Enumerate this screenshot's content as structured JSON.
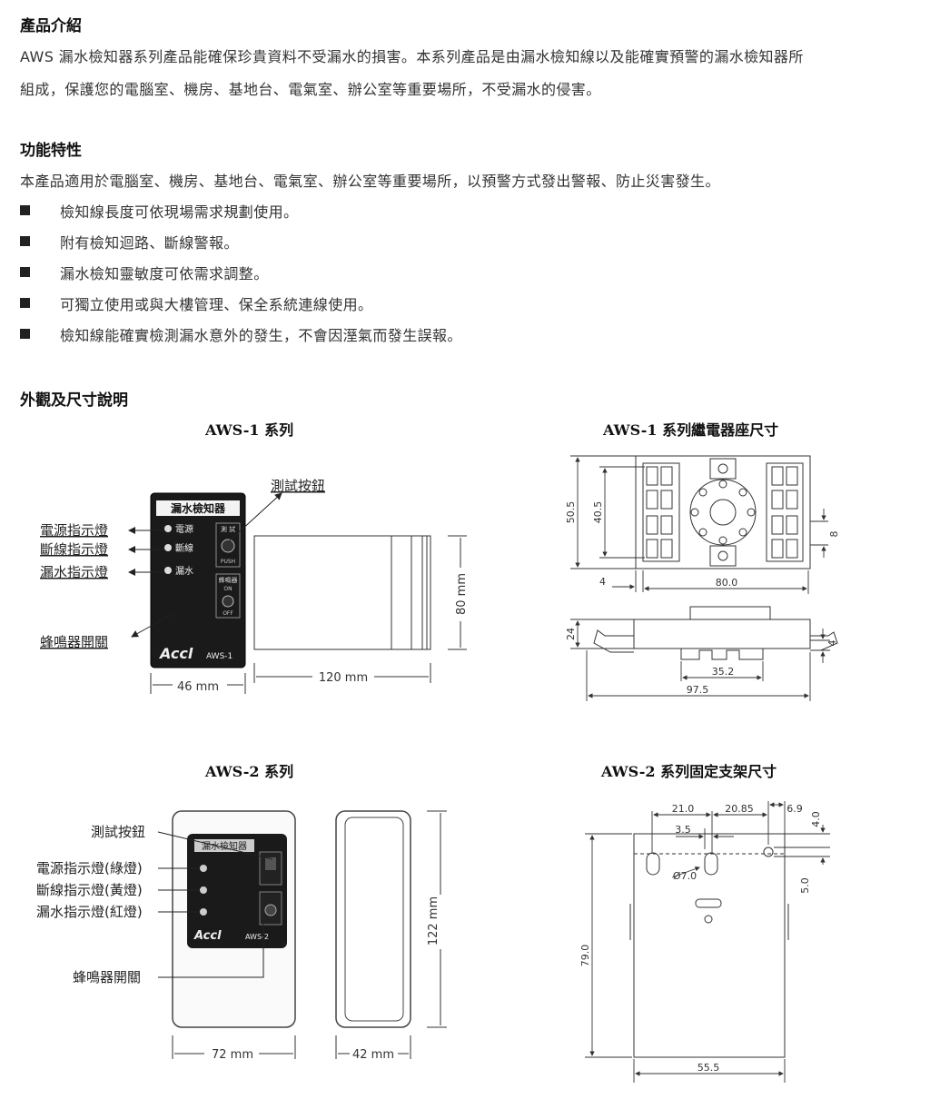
{
  "intro": {
    "heading": "產品介紹",
    "line1": "AWS 漏水檢知器系列產品能確保珍貴資料不受漏水的損害。本系列產品是由漏水檢知線以及能確實預警的漏水檢知器所",
    "line2": "組成，保護您的電腦室、機房、基地台、電氣室、辦公室等重要場所，不受漏水的侵害。"
  },
  "features": {
    "heading": "功能特性",
    "lead": "本產品適用於電腦室、機房、基地台、電氣室、辦公室等重要場所，以預警方式發出警報、防止災害發生。",
    "items": [
      "檢知線長度可依現場需求規劃使用。",
      "附有檢知迴路、斷線警報。",
      "漏水檢知靈敏度可依需求調整。",
      "可獨立使用或與大樓管理、保全系統連線使用。",
      "檢知線能確實檢測漏水意外的發生，不會因溼氣而發生誤報。"
    ]
  },
  "dims": {
    "heading": "外觀及尺寸說明",
    "aws1_title": "AWS-1 系列",
    "aws1_relay_title": "AWS-1 系列繼電器座尺寸",
    "aws2_title": "AWS-2 系列",
    "aws2_bracket_title": "AWS-2  系列固定支架尺寸"
  },
  "aws1": {
    "device_title": "漏水檢知器",
    "led_power": "電源",
    "led_break": "斷線",
    "led_leak": "漏水",
    "test_text": "測 試",
    "push_text": "PUSH",
    "buzzer_text": "蜂鳴器",
    "on_text": "ON",
    "off_text": "OFF",
    "brand": "Accl",
    "model": "AWS-1",
    "label_test": "測試按鈕",
    "label_power": "電源指示燈",
    "label_break": "斷線指示燈",
    "label_leak": "漏水指示燈",
    "label_buzzer": "蜂鳴器開關",
    "width": "46 mm",
    "depth": "120 mm",
    "height": "80 mm"
  },
  "relay": {
    "d505": "50.5",
    "d405": "40.5",
    "d8": "8",
    "d4a": "4",
    "d800": "80.0",
    "d24": "24",
    "d4b": "4",
    "d352": "35.2",
    "d975": "97.5"
  },
  "aws2": {
    "label_test": "測試按鈕",
    "label_power": "電源指示燈(綠燈)",
    "label_break": "斷線指示燈(黃燈)",
    "label_leak": "漏水指示燈(紅燈)",
    "label_buzzer": "蜂鳴器開關",
    "device_title": "漏水檢知器",
    "brand": "Accl",
    "model": "AWS-2",
    "width": "72 mm",
    "depth": "42 mm",
    "height": "122 mm"
  },
  "bracket": {
    "d210": "21.0",
    "d2085": "20.85",
    "d69": "6.9",
    "d40": "4.0",
    "d35": "3.5",
    "d70": "Ø7.0",
    "d50": "5.0",
    "d790": "79.0",
    "d555": "55.5"
  }
}
